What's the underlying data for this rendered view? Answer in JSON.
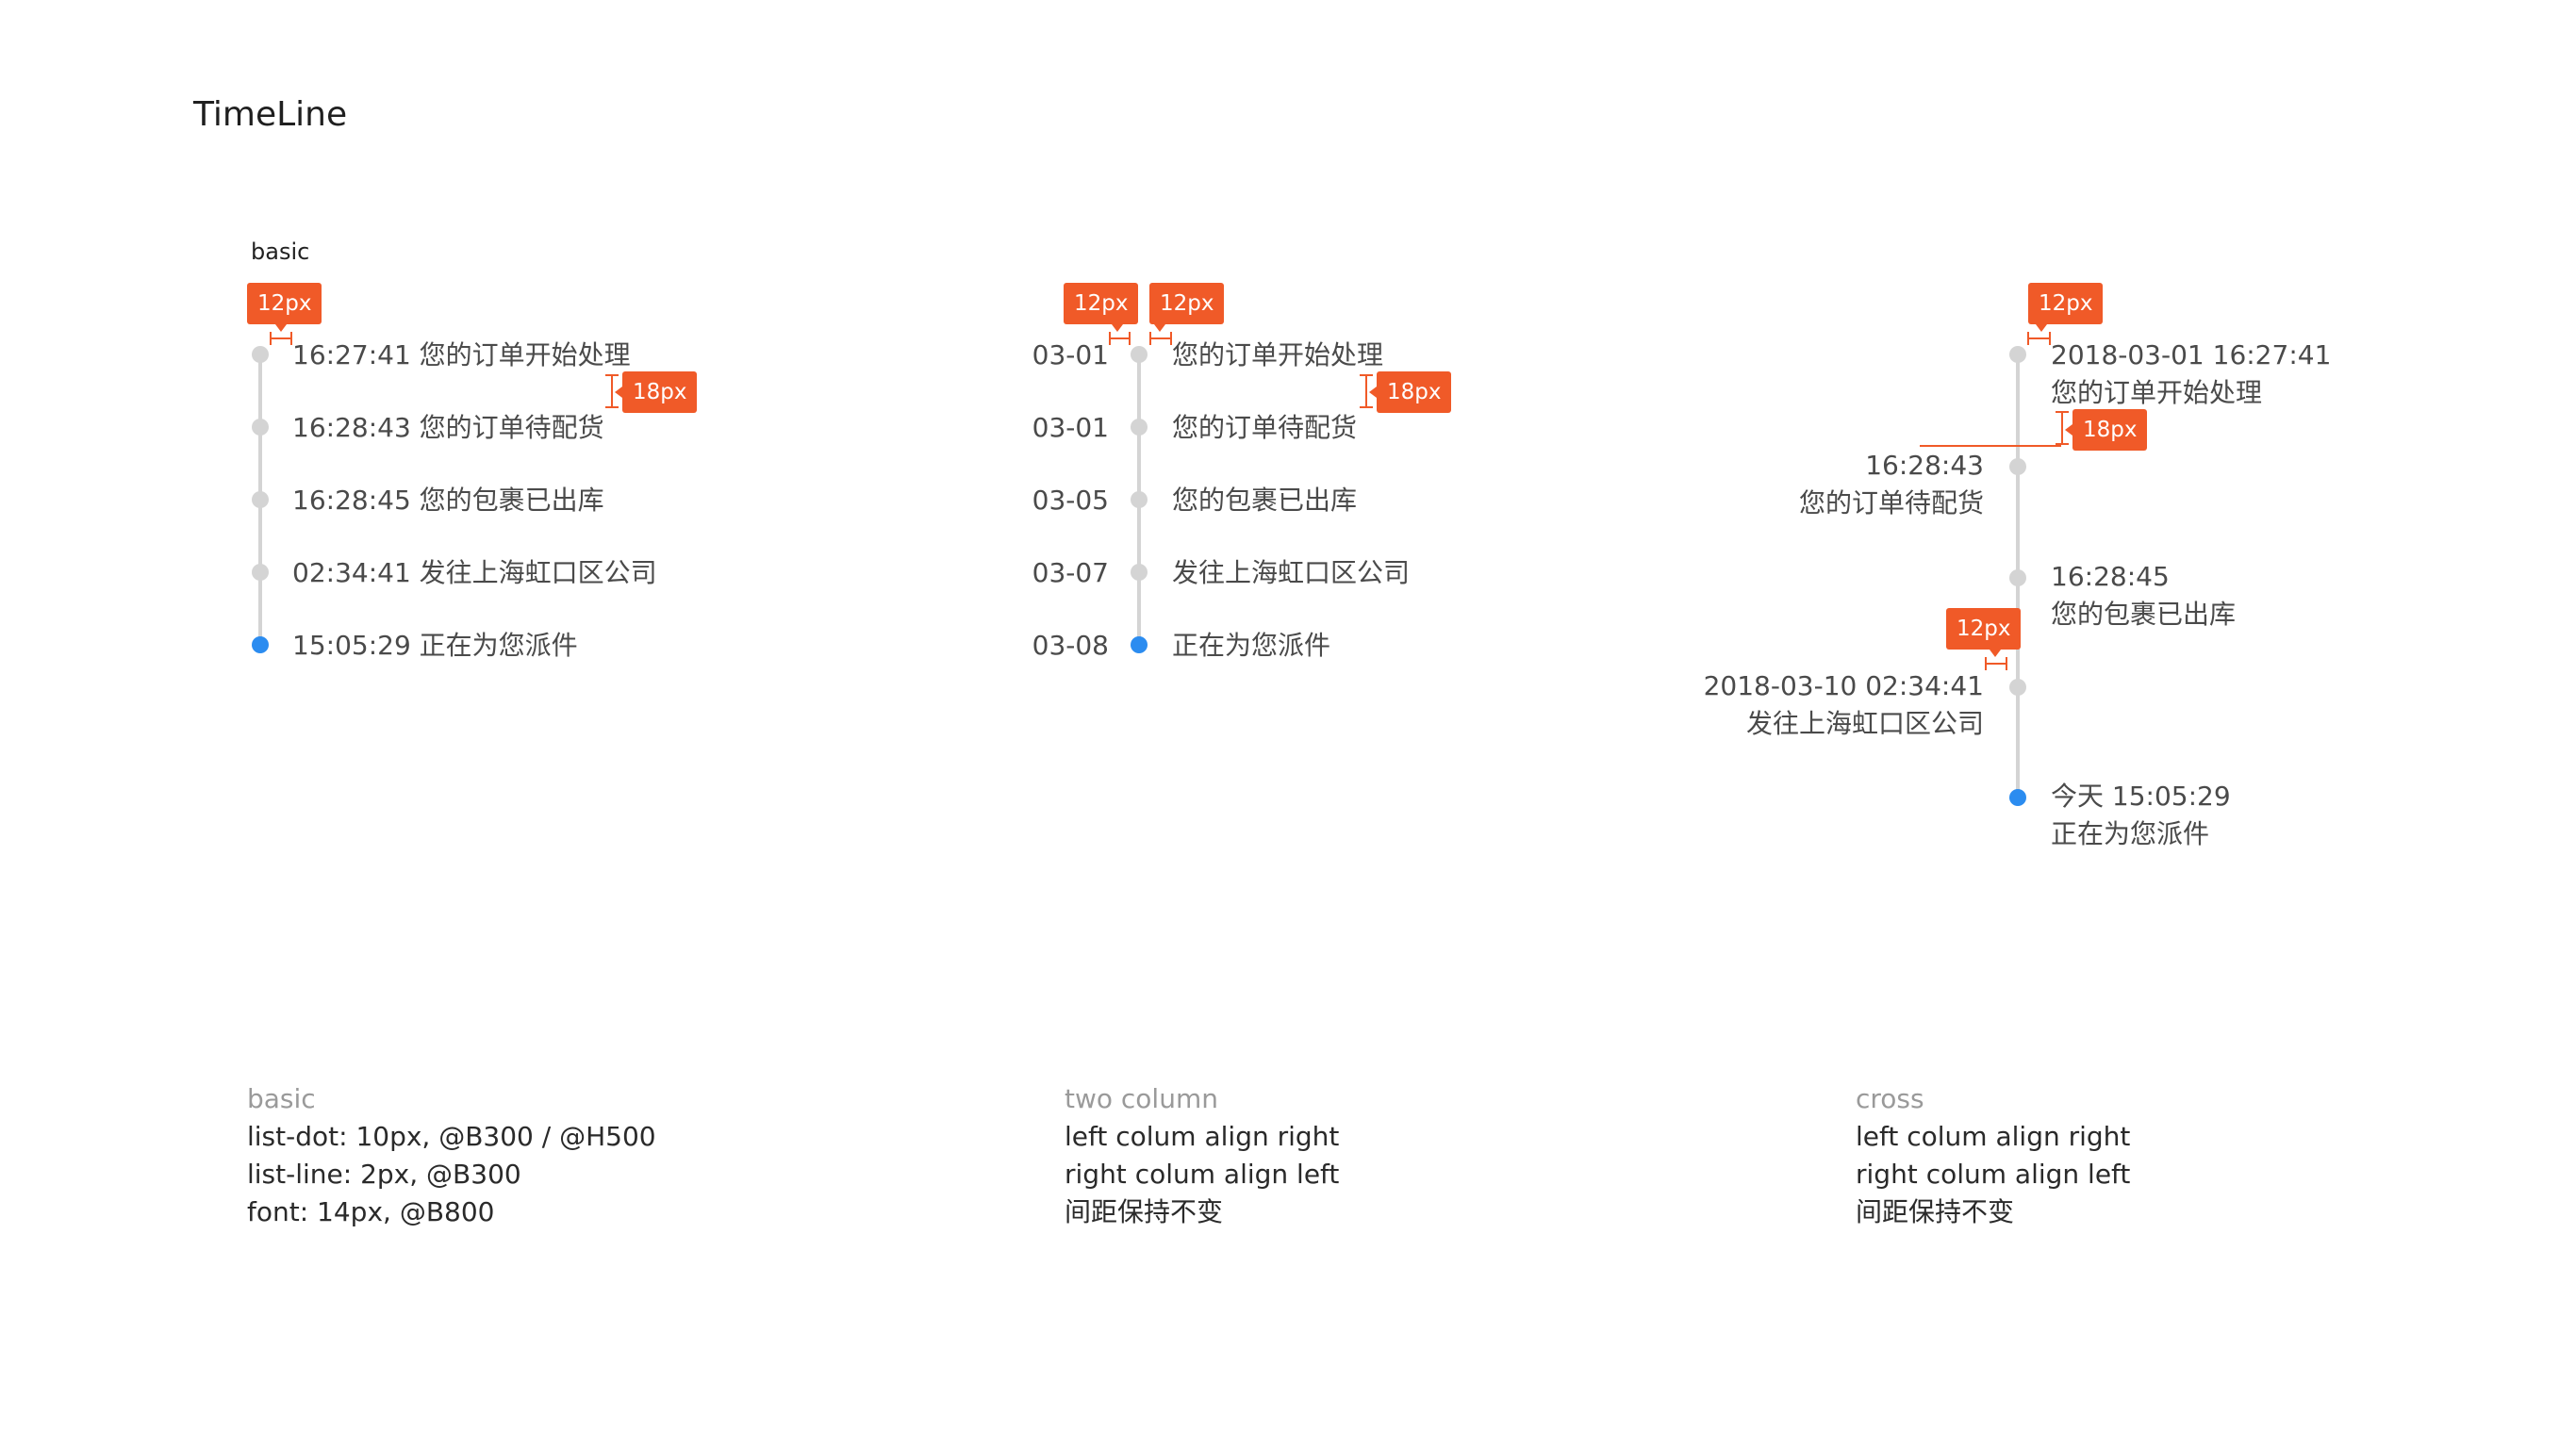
{
  "page": {
    "title": "TimeLine"
  },
  "basic": {
    "label": "basic",
    "items": [
      {
        "time": "16:27:41",
        "text": "您的订单开始处理"
      },
      {
        "time": "16:28:43",
        "text": "您的订单待配货"
      },
      {
        "time": "16:28:45",
        "text": "您的包裹已出库"
      },
      {
        "time": "02:34:41",
        "text": "发往上海虹口区公司"
      },
      {
        "time": "15:05:29",
        "text": "正在为您派件"
      }
    ],
    "badges": {
      "h_gap": "12px",
      "v_gap": "18px"
    }
  },
  "two_column": {
    "items": [
      {
        "date": "03-01",
        "text": "您的订单开始处理"
      },
      {
        "date": "03-01",
        "text": "您的订单待配货"
      },
      {
        "date": "03-05",
        "text": "您的包裹已出库"
      },
      {
        "date": "03-07",
        "text": "发往上海虹口区公司"
      },
      {
        "date": "03-08",
        "text": "正在为您派件"
      }
    ],
    "badges": {
      "left_gap": "12px",
      "right_gap": "12px",
      "v_gap": "18px"
    }
  },
  "cross": {
    "items": [
      {
        "time": "2018-03-01   16:27:41",
        "text": "您的订单开始处理"
      },
      {
        "time": "16:28:43",
        "text": "您的订单待配货"
      },
      {
        "time": "16:28:45",
        "text": "您的包裹已出库"
      },
      {
        "time": "2018-03-10 02:34:41",
        "text": "发往上海虹口区公司"
      },
      {
        "time": "今天 15:05:29",
        "text": "正在为您派件"
      }
    ],
    "badges": {
      "right_gap": "12px",
      "v_gap": "18px",
      "left_gap": "12px"
    }
  },
  "notes": {
    "basic": {
      "title": "basic",
      "lines": [
        "list-dot: 10px, @B300 / @H500",
        "list-line: 2px, @B300",
        "font: 14px, @B800"
      ]
    },
    "two_column": {
      "title": "two column",
      "lines": [
        "left colum align right",
        "right colum align left",
        "间距保持不变"
      ]
    },
    "cross": {
      "title": "cross",
      "lines": [
        "left colum align right",
        "right colum align left",
        "间距保持不变"
      ]
    }
  },
  "colors": {
    "line": "#d4d4d4",
    "dot": "#d4d4d4",
    "active_dot": "#2b8cf0",
    "badge": "#f05a28"
  }
}
